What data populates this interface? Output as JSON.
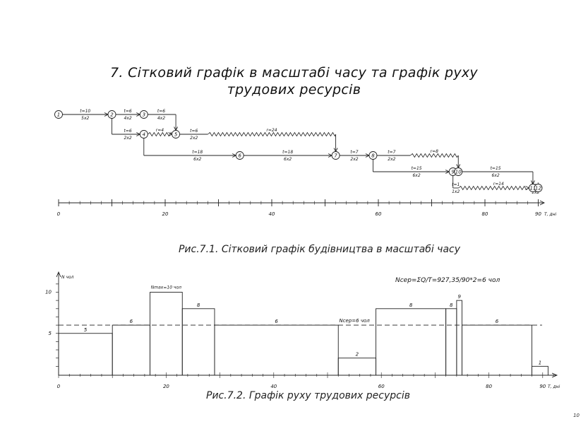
{
  "page": {
    "title_line1": "7. Сітковий графік в масштабі часу та графік руху",
    "title_line2": "трудових ресурсів",
    "caption1": "Рис.7.1. Сітковий графік будівництва в масштабі часу",
    "caption2": "Рис.7.2. Графік руху трудових ресурсів",
    "page_number": "10"
  },
  "network": {
    "nodes": [
      {
        "id": "1",
        "day": 0,
        "row": 0
      },
      {
        "id": "2",
        "day": 10,
        "row": 0
      },
      {
        "id": "3",
        "day": 16,
        "row": 0
      },
      {
        "id": "4",
        "day": 16,
        "row": 1
      },
      {
        "id": "5",
        "day": 22,
        "row": 1
      },
      {
        "id": "6",
        "day": 34,
        "row": 2
      },
      {
        "id": "7",
        "day": 52,
        "row": 2
      },
      {
        "id": "8",
        "day": 59,
        "row": 2
      },
      {
        "id": "9",
        "day": 74,
        "row": 3
      },
      {
        "id": "10",
        "day": 75,
        "row": 3
      },
      {
        "id": "11",
        "day": 89,
        "row": 4
      },
      {
        "id": "12",
        "day": 90,
        "row": 4
      }
    ],
    "activities": [
      {
        "from": "1",
        "to": "2",
        "t": "t=10",
        "res": "5x2"
      },
      {
        "from": "2",
        "to": "3",
        "t": "t=6",
        "res": "4x2"
      },
      {
        "from": "3",
        "to": "5",
        "t": "t=6",
        "res": "4x2"
      },
      {
        "from": "2",
        "to": "4",
        "t": "t=6",
        "res": "2x2"
      },
      {
        "from": "5",
        "to": "7",
        "t": "t=6",
        "res": "2x2"
      },
      {
        "from": "4",
        "to": "6",
        "t": "t=18",
        "res": "6x2"
      },
      {
        "from": "6",
        "to": "7",
        "t": "t=18",
        "res": "6x2"
      },
      {
        "from": "7",
        "to": "8",
        "t": "t=7",
        "res": "2x2"
      },
      {
        "from": "8",
        "to": "10",
        "t": "t=7",
        "res": "2x2"
      },
      {
        "from": "8",
        "to": "9",
        "t": "t=15",
        "res": "6x2"
      },
      {
        "from": "10",
        "to": "11",
        "t": "t=15",
        "res": "6x2"
      },
      {
        "from": "9",
        "to": "11",
        "t": "t=1",
        "res": "1x2"
      },
      {
        "from": "11",
        "to": "12",
        "t": "t=1",
        "res": "1x2"
      }
    ],
    "floats": [
      {
        "after": "4",
        "label": "r=4"
      },
      {
        "after": "5",
        "label": "r=24"
      },
      {
        "after": "8",
        "label": "r=8"
      },
      {
        "after": "9",
        "label": "r=14"
      }
    ],
    "axis": {
      "ticks": [
        "0",
        "20",
        "40",
        "60",
        "80",
        "90"
      ],
      "unit": "Т, дні"
    }
  },
  "chart_data": {
    "type": "area",
    "title": "Nсер=ΣQ/T=927,35/90*2=6 чол",
    "ylabel": "N чол",
    "xlabel": "Т, дні",
    "x_ticks": [
      "0",
      "20",
      "40",
      "60",
      "80",
      "90"
    ],
    "y_ticks": [
      "5",
      "10"
    ],
    "xlim": [
      0,
      93
    ],
    "ylim": [
      0,
      12
    ],
    "average": {
      "value": 6,
      "label": "Nсер=6 чол"
    },
    "max_label": "Nmax=10 чол",
    "steps": [
      {
        "start": 0,
        "end": 10,
        "value": 5,
        "label": "5"
      },
      {
        "start": 10,
        "end": 17,
        "value": 6,
        "label": "6"
      },
      {
        "start": 17,
        "end": 23,
        "value": 10,
        "label": ""
      },
      {
        "start": 23,
        "end": 29,
        "value": 8,
        "label": "8"
      },
      {
        "start": 29,
        "end": 52,
        "value": 6,
        "label": "6"
      },
      {
        "start": 52,
        "end": 59,
        "value": 2,
        "label": "2"
      },
      {
        "start": 59,
        "end": 72,
        "value": 8,
        "label": "8"
      },
      {
        "start": 72,
        "end": 74,
        "value": 8,
        "label": "8"
      },
      {
        "start": 74,
        "end": 75,
        "value": 9,
        "label": "9"
      },
      {
        "start": 75,
        "end": 88,
        "value": 6,
        "label": "6"
      },
      {
        "start": 88,
        "end": 91,
        "value": 1,
        "label": "1"
      }
    ]
  }
}
